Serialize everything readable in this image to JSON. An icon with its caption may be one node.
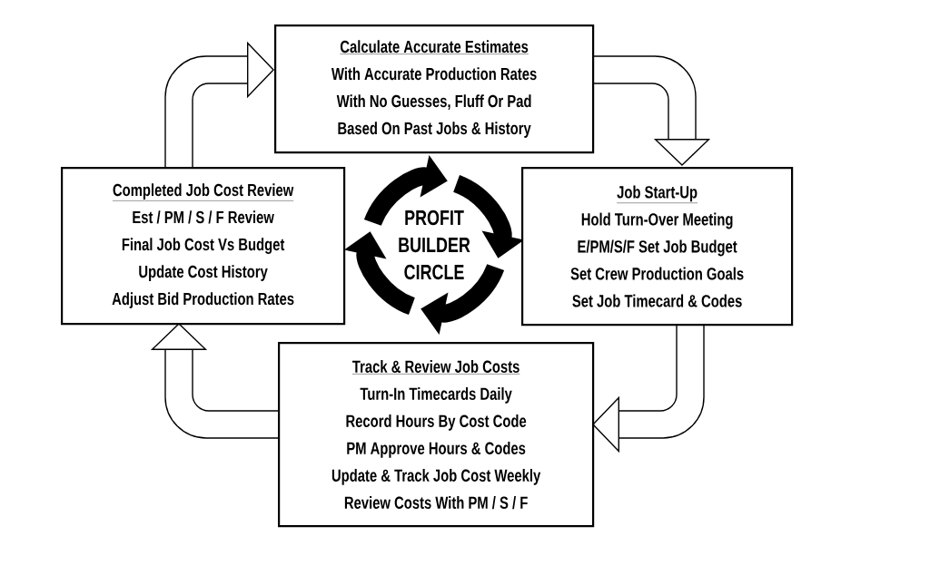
{
  "diagram": {
    "nodes": [
      {
        "text": [
          "Calculate Accurate Estimates",
          "With Accurate Production Rates",
          "With No Guesses, Fluff Or Pad",
          "Based On Past Jobs & History"
        ]
      },
      {
        "text": [
          "Completed Job Cost Review",
          "Est / PM / S / F Review",
          "Final Job Cost Vs Budget",
          "Update Cost History",
          "Adjust Bid Production Rates"
        ]
      },
      {
        "text": [
          "Job Start-Up",
          "Hold Turn-Over Meeting",
          "E/PM/S/F Set Job Budget",
          "Set Crew Production Goals",
          "Set Job Timecard & Codes"
        ]
      },
      {
        "text": [
          "Track & Review Job Costs",
          "Turn-In Timecards Daily",
          "Record Hours By Cost Code",
          "PM Approve Hours & Codes",
          "Update & Track Job Cost Weekly",
          "Review Costs With PM / S / F"
        ]
      }
    ],
    "edges": [
      {
        "from": 0,
        "to": 2,
        "arrow": "to"
      },
      {
        "from": 2,
        "to": 3,
        "arrow": "to"
      },
      {
        "from": 3,
        "to": 1,
        "arrow": "to"
      },
      {
        "from": 1,
        "to": 0,
        "arrow": "to"
      }
    ],
    "labels": [
      "PROFIT BUILDER CIRCLE"
    ]
  }
}
